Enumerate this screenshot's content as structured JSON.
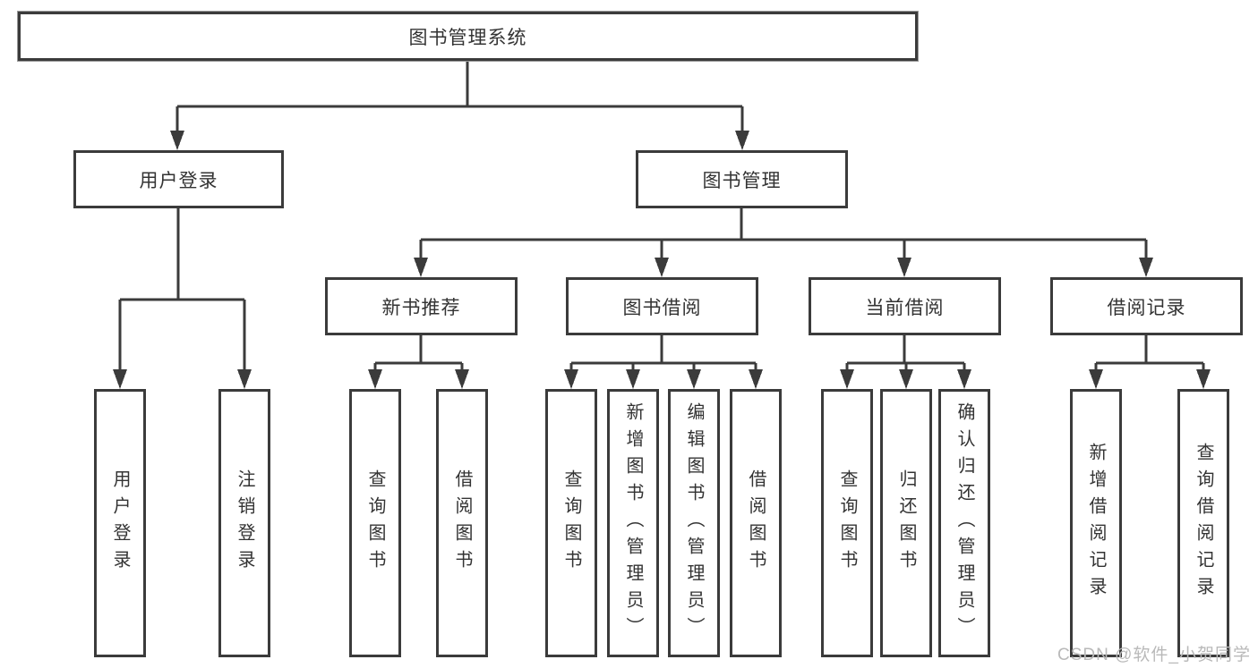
{
  "tree": {
    "root": {
      "label": "图书管理系统",
      "children": [
        {
          "label": "用户登录",
          "children": [
            {
              "label": "用户登录"
            },
            {
              "label": "注销登录"
            }
          ]
        },
        {
          "label": "图书管理",
          "children": [
            {
              "label": "新书推荐",
              "children": [
                {
                  "label": "查询图书"
                },
                {
                  "label": "借阅图书"
                }
              ]
            },
            {
              "label": "图书借阅",
              "children": [
                {
                  "label": "查询图书"
                },
                {
                  "label": "新增图书（管理员）"
                },
                {
                  "label": "编辑图书（管理员）"
                },
                {
                  "label": "借阅图书"
                }
              ]
            },
            {
              "label": "当前借阅",
              "children": [
                {
                  "label": "查询图书"
                },
                {
                  "label": "归还图书"
                },
                {
                  "label": "确认归还（管理员）"
                }
              ]
            },
            {
              "label": "借阅记录",
              "children": [
                {
                  "label": "新增借阅记录"
                },
                {
                  "label": "查询借阅记录"
                }
              ]
            }
          ]
        }
      ]
    }
  },
  "watermark": {
    "text": "CSDN @软件_小贺同学"
  },
  "colors": {
    "line": "#3b3b3b",
    "box_border": "#3b3b3b",
    "text": "#333333",
    "watermark": "#b9b9b9",
    "background": "#ffffff"
  }
}
